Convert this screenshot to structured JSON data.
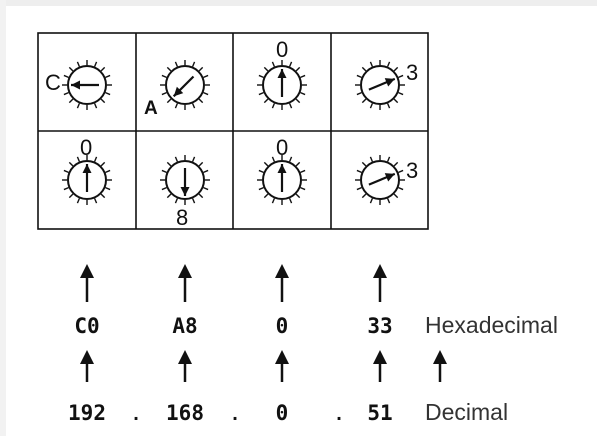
{
  "dials": [
    {
      "label": "C",
      "points_to": "C"
    },
    {
      "label": "A",
      "points_to": "A"
    },
    {
      "label": "0",
      "points_to": "0"
    },
    {
      "label": "3",
      "points_to": "3"
    },
    {
      "label": "0",
      "points_to": "0"
    },
    {
      "label": "8",
      "points_to": "8"
    },
    {
      "label": "0",
      "points_to": "0"
    },
    {
      "label": "3",
      "points_to": "3"
    }
  ],
  "hex_values": [
    "C0",
    "A8",
    "0",
    "33"
  ],
  "decimal_values": [
    "192",
    "168",
    "0",
    "51"
  ],
  "separators": [
    ".",
    ".",
    "."
  ],
  "hex_label": "Hexadecimal",
  "decimal_label": "Decimal"
}
